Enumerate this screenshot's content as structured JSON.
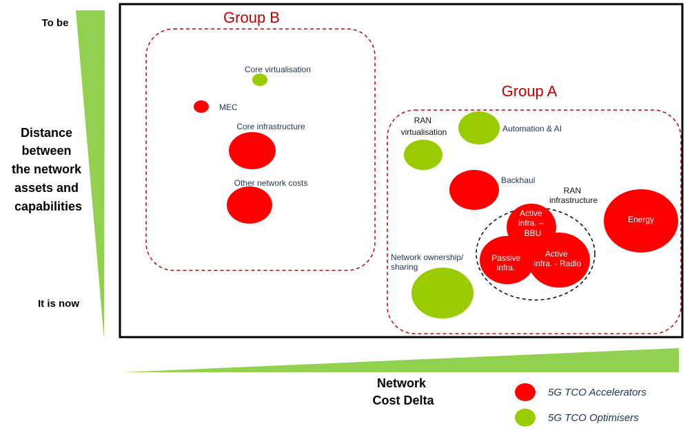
{
  "colors": {
    "accelerator": "#ff0000",
    "optimiser": "#99cc00",
    "wedge": "#92d050",
    "group_title": "#c00000",
    "group_border": "#c00000"
  },
  "y_axis": {
    "top": "To be",
    "bottom": "It is now",
    "title_lines": [
      "Distance",
      "between",
      "the network",
      "assets and",
      "capabilities"
    ]
  },
  "x_axis": {
    "title_lines": [
      "Network",
      "Cost Delta"
    ]
  },
  "groups": {
    "b": {
      "title": "Group B"
    },
    "a": {
      "title": "Group A"
    }
  },
  "bubbles": {
    "core_virtualisation": {
      "label": "Core virtualisation",
      "type": "optimiser"
    },
    "mec": {
      "label": "MEC",
      "type": "accelerator"
    },
    "core_infrastructure": {
      "label": "Core infrastructure",
      "type": "accelerator"
    },
    "other_network_costs": {
      "label": "Other network costs",
      "type": "accelerator"
    },
    "ran_virtualisation": {
      "label_lines": [
        "RAN",
        "virtualisation"
      ],
      "type": "optimiser"
    },
    "automation_ai": {
      "label": "Automation & AI",
      "type": "optimiser"
    },
    "backhaul": {
      "label": "Backhaul",
      "type": "accelerator"
    },
    "energy": {
      "label": "Energy",
      "type": "accelerator"
    },
    "network_ownership": {
      "label_lines": [
        "Network ownership/",
        "sharing"
      ],
      "type": "optimiser"
    },
    "ran_infrastructure": {
      "label_lines": [
        "RAN",
        "infrastructure"
      ]
    },
    "active_bbu": {
      "label_lines": [
        "Active",
        "infra. –",
        "BBU"
      ],
      "type": "accelerator"
    },
    "passive": {
      "label_lines": [
        "Passive",
        "infra."
      ],
      "type": "accelerator"
    },
    "active_radio": {
      "label_lines": [
        "Active",
        "infra. - Radio"
      ],
      "type": "accelerator"
    }
  },
  "legend": {
    "accelerators": "5G TCO Accelerators",
    "optimisers": "5G TCO Optimisers"
  }
}
